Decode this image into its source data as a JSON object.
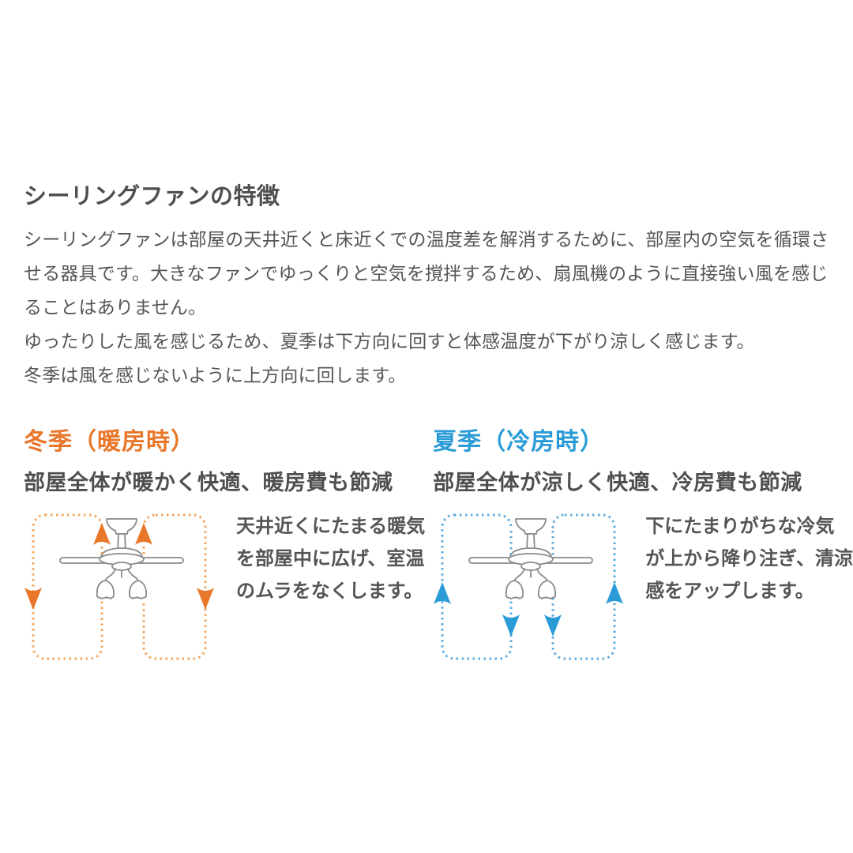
{
  "page": {
    "title": "シーリングファンの特徴",
    "intro_lines": [
      "シーリングファンは部屋の天井近くと床近くでの温度差を解消するために、部屋内の空気を循環さ",
      "せる器具です。大きなファンでゆっくりと空気を撹拌するため、扇風機のように直接強い風を感じ",
      "ることはありません。",
      "ゆったりした風を感じるため、夏季は下方向に回すと体感温度が下がり涼しく感じます。",
      "冬季は風を感じないように上方向に回します。"
    ]
  },
  "winter": {
    "heading": "冬季（暖房時）",
    "subtitle": "部屋全体が暖かく快適、暖房費も節減",
    "description_lines": [
      "天井近くにたまる暖気",
      "を部屋中に広げ、室温",
      "のムラをなくします。"
    ],
    "airflow_note": "fan blows air upward; warm air circulates along ceiling and down the walls"
  },
  "summer": {
    "heading": "夏季（冷房時）",
    "subtitle": "部屋全体が涼しく快適、冷房費も節減",
    "description_lines": [
      "下にたまりがちな冷気",
      "が上から降り注ぎ、清涼",
      "感をアップします。"
    ],
    "airflow_note": "fan blows air downward; cool air rises along walls and falls from above"
  },
  "colors": {
    "winter_accent": "#e8772a",
    "winter_dots": "#f0a55a",
    "summer_accent": "#2b9bd7",
    "summer_dots": "#5cabdc",
    "heading_text": "#4f4f4f",
    "body_text": "#555555",
    "fan_line": "#8a8a8a",
    "background": "#ffffff"
  }
}
